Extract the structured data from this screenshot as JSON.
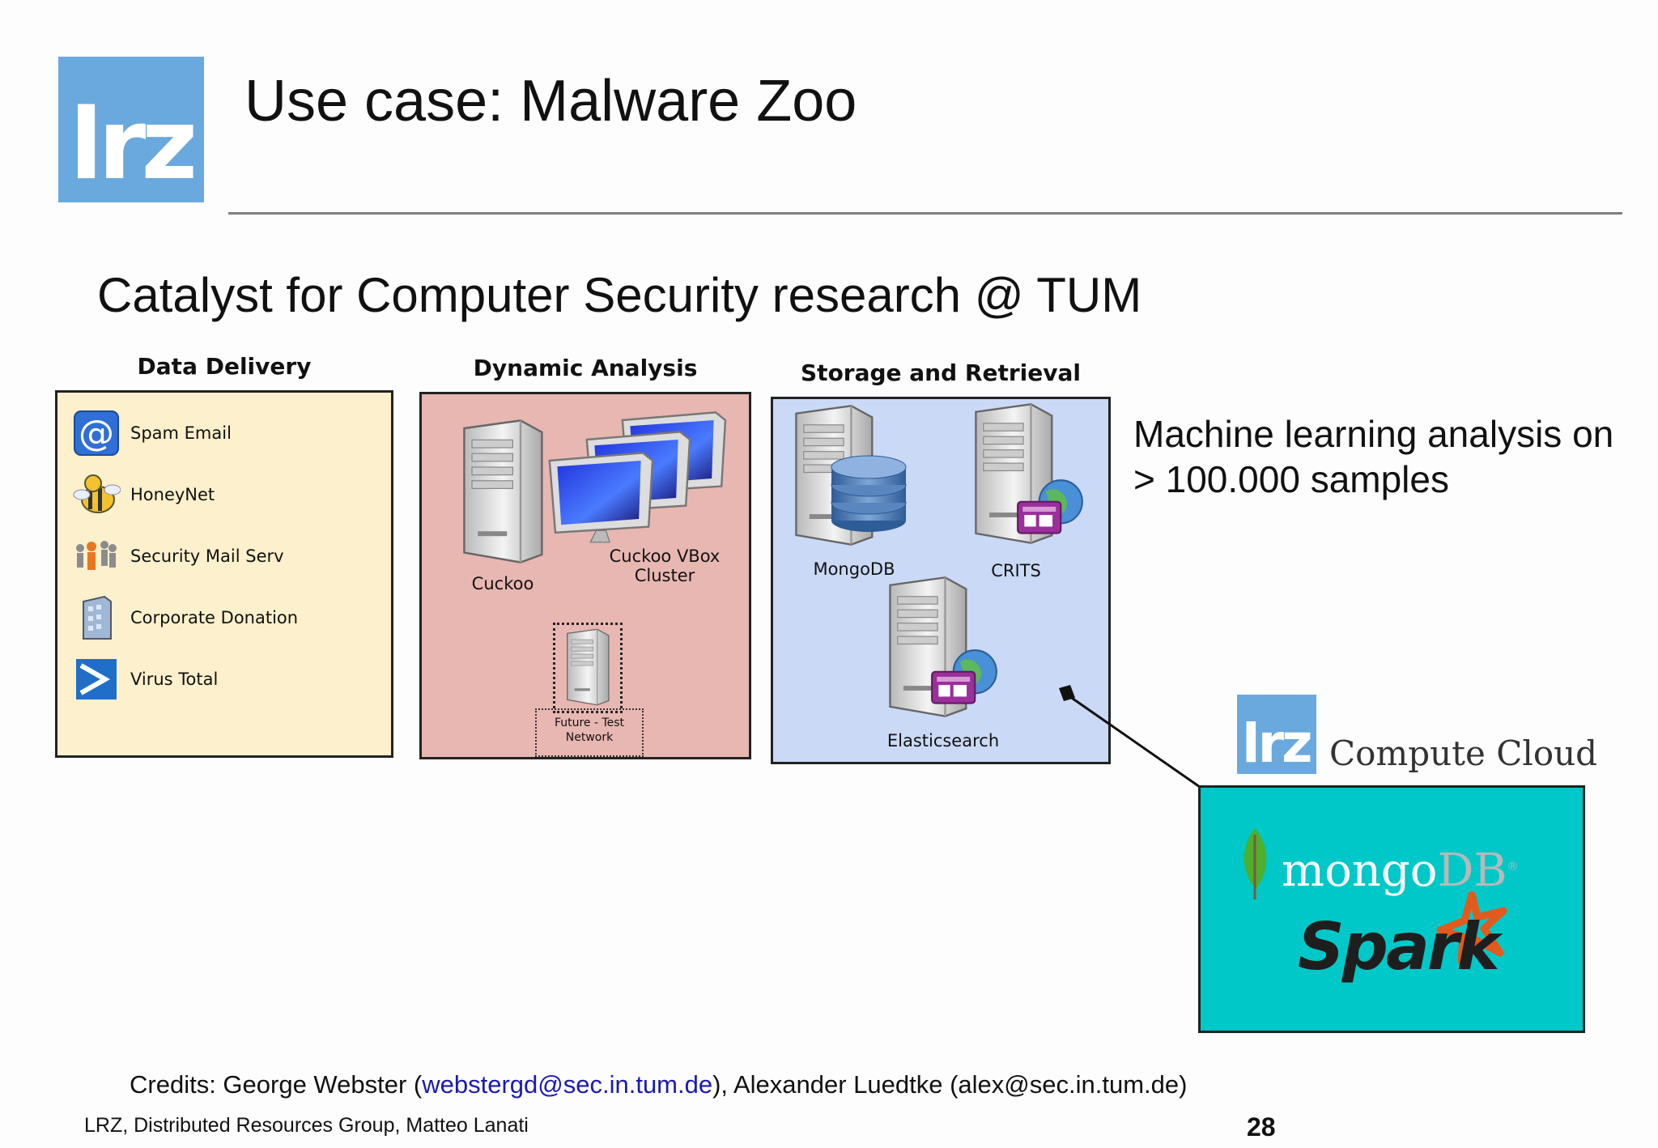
{
  "slide": {
    "title": "Use case: Malware Zoo",
    "logo_text": "lrz",
    "subtitle": "Catalyst for Computer Security research @ TUM",
    "ml_line1": "Machine learning analysis on",
    "ml_line2": "> 100.000 samples",
    "cloud_logo_text": "lrz",
    "cloud_label": "Compute Cloud",
    "mongo_part1": "mongo",
    "mongo_part2": "DB",
    "mongo_reg": "®",
    "spark_label": "Spark",
    "credits_prefix": "Credits: George Webster (",
    "credits_email1": "webstergd@sec.in.tum.de",
    "credits_suffix": "), Alexander Luedtke (alex@sec.in.tum.de)",
    "footer": "LRZ, Distributed Resources Group, Matteo Lanati",
    "page_number": "28"
  },
  "panels": {
    "data_delivery": {
      "title": "Data Delivery",
      "items": [
        {
          "label": "Spam Email",
          "icon": "at-sign-icon"
        },
        {
          "label": "HoneyNet",
          "icon": "bee-icon"
        },
        {
          "label": "Security Mail Serv",
          "icon": "people-icon"
        },
        {
          "label": "Corporate Donation",
          "icon": "building-icon"
        },
        {
          "label": "Virus Total",
          "icon": "virustotal-icon"
        }
      ]
    },
    "dynamic_analysis": {
      "title": "Dynamic Analysis",
      "cuckoo": "Cuckoo",
      "vbox_line1": "Cuckoo VBox",
      "vbox_line2": "Cluster",
      "future_line1": "Future - Test",
      "future_line2": "Network"
    },
    "storage": {
      "title": "Storage and Retrieval",
      "mongodb": "MongoDB",
      "crits": "CRITS",
      "elasticsearch": "Elasticsearch"
    }
  },
  "colors": {
    "lrz_blue": "#6aa9dd",
    "teal": "#00c8c8",
    "data_delivery_bg": "#fdf0cc",
    "dynamic_bg": "#e8b7b2",
    "storage_bg": "#cad9f6",
    "link": "#1a1ab0"
  }
}
